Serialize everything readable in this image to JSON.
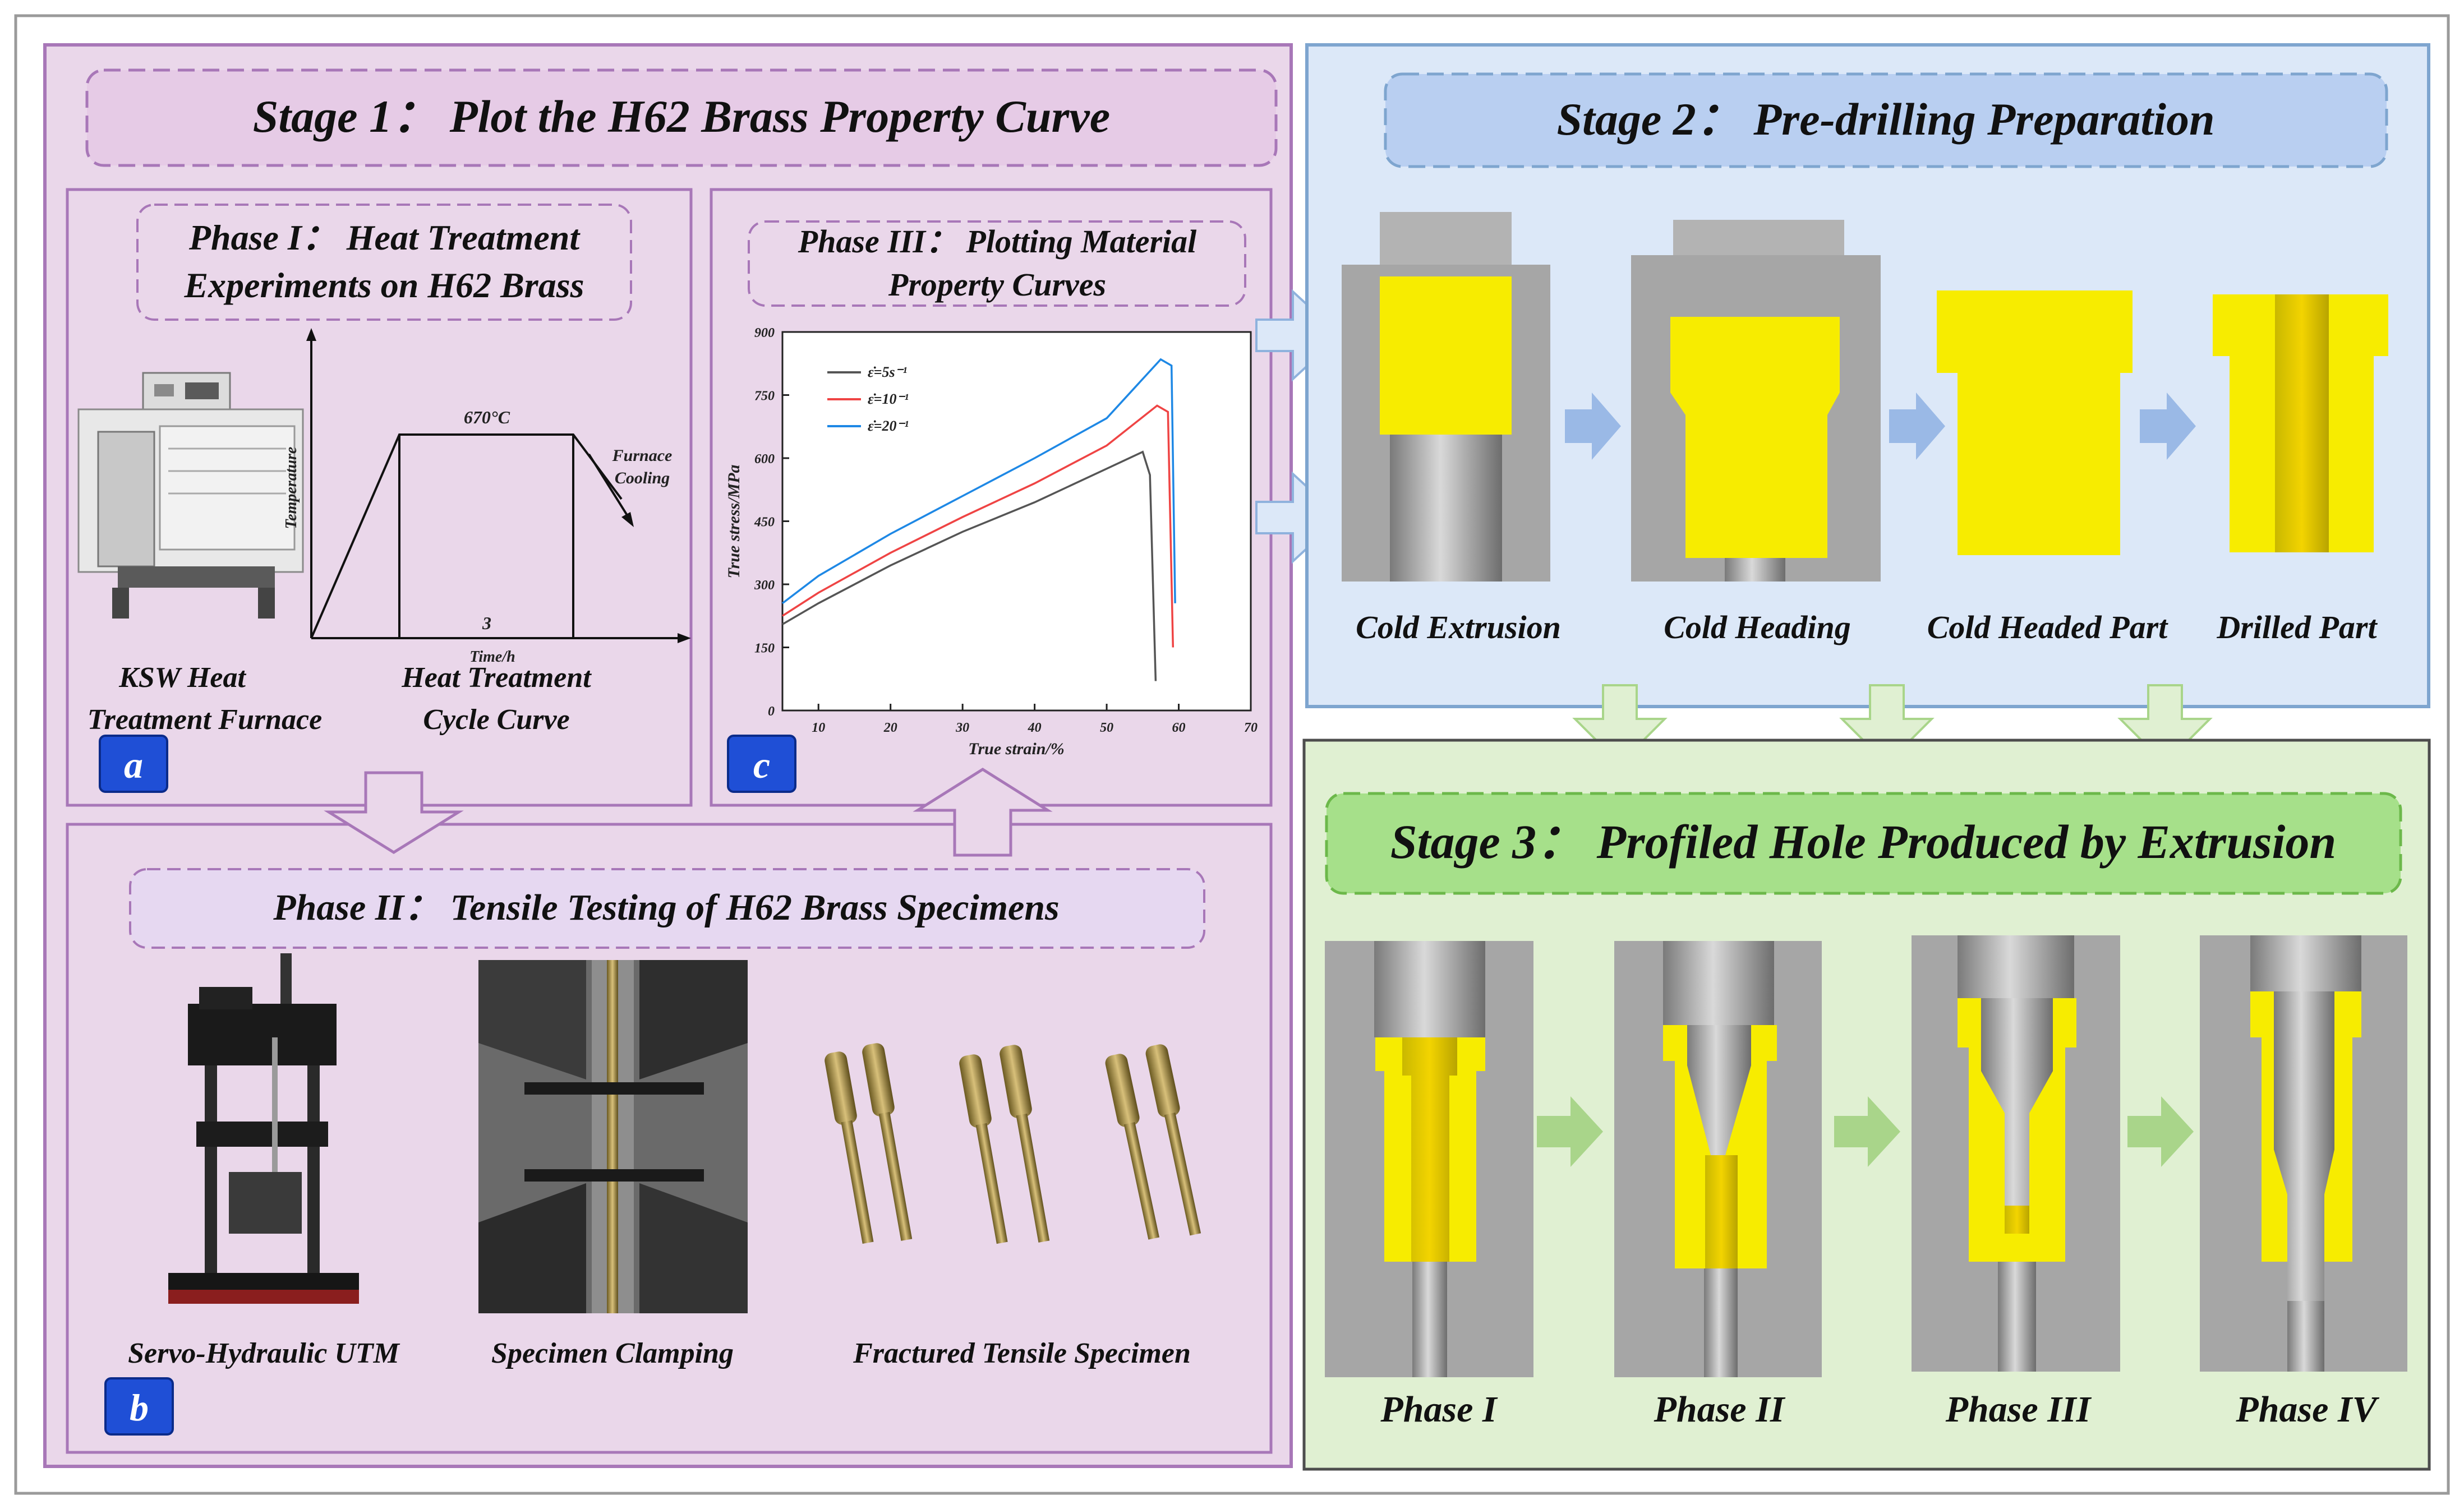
{
  "stage1": {
    "title": "Stage 1： Plot the H62 Brass Property Curve",
    "phase1": {
      "title_line1": "Phase I： Heat Treatment",
      "title_line2": "Experiments on H62 Brass",
      "furnace_label_line1": "KSW  Heat",
      "furnace_label_line2": "Treatment Furnace",
      "cycle_label_line1": "Heat Treatment",
      "cycle_label_line2": "Cycle Curve",
      "graph": {
        "temperature_label": "670°C",
        "hold_time_label": "3",
        "y_axis_label": "Temperature",
        "x_axis_label": "Time/h",
        "cooling_label_line1": "Furnace",
        "cooling_label_line2": "Cooling"
      },
      "badge": "a"
    },
    "phase2": {
      "title": "Phase II： Tensile Testing of H62 Brass Specimens",
      "photo_labels": [
        "Servo-Hydraulic UTM",
        "Specimen Clamping",
        "Fractured Tensile Specimen"
      ],
      "badge": "b"
    },
    "phase3": {
      "title_line1": "Phase III： Plotting Material",
      "title_line2": "Property Curves",
      "badge": "c"
    }
  },
  "stage2": {
    "title": "Stage 2： Pre-drilling Preparation",
    "steps": [
      "Cold Extrusion",
      "Cold Heading",
      "Cold Headed Part",
      "Drilled Part"
    ]
  },
  "stage3": {
    "title": "Stage 3： Profiled Hole Produced by Extrusion",
    "phases": [
      "Phase I",
      "Phase II",
      "Phase III",
      "Phase IV"
    ]
  },
  "colors": {
    "stage1_bg": "#ead7ea",
    "stage1_border": "#a877b8",
    "stage2_bg": "#dce8f8",
    "stage2_border": "#7ea5cf",
    "stage3_bg": "#e0f0d2",
    "stage3_border": "#4d4d4d",
    "yellow_part": "#f7ec00",
    "die_gray": "#a6a6a6",
    "badge_blue": "#1f4fd6"
  },
  "chart_data": {
    "type": "line",
    "xlabel": "True strain/%",
    "ylabel": "True stress/MPa",
    "xlim": [
      5,
      70
    ],
    "ylim": [
      0,
      900
    ],
    "x_ticks": [
      10,
      20,
      30,
      40,
      50,
      60,
      70
    ],
    "y_ticks": [
      0,
      150,
      300,
      450,
      600,
      750,
      900
    ],
    "legend_position": "top-left",
    "series": [
      {
        "name": "ε̇=5s⁻¹",
        "color": "#555555",
        "x": [
          5,
          10,
          20,
          30,
          40,
          50,
          55,
          56,
          56.8
        ],
        "y": [
          205,
          255,
          345,
          425,
          495,
          575,
          615,
          560,
          70
        ]
      },
      {
        "name": "ε̇=10⁻¹",
        "color": "#ef4444",
        "x": [
          5,
          10,
          20,
          30,
          40,
          50,
          57,
          58.5,
          59.2
        ],
        "y": [
          225,
          280,
          375,
          460,
          540,
          630,
          725,
          710,
          150
        ]
      },
      {
        "name": "ε̇=20⁻¹",
        "color": "#1e88e5",
        "x": [
          5,
          10,
          20,
          30,
          40,
          50,
          57.5,
          59,
          59.5
        ],
        "y": [
          255,
          320,
          420,
          510,
          600,
          695,
          835,
          820,
          255
        ]
      }
    ]
  }
}
